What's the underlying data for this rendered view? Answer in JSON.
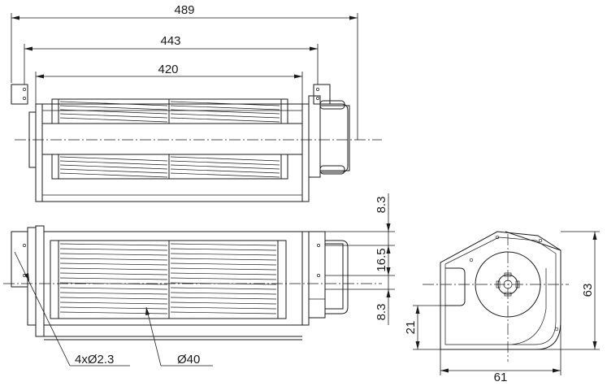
{
  "dimensions": {
    "overall_length": "489",
    "mounting_length": "443",
    "impeller_length": "420",
    "top_offset": "8.3",
    "hole_spacing": "16.5",
    "bottom_offset": "8.3",
    "outlet_height": "21",
    "side_width": "61",
    "side_height": "63"
  },
  "callouts": {
    "holes": "4xØ2.3",
    "impeller_diameter": "Ø40"
  }
}
